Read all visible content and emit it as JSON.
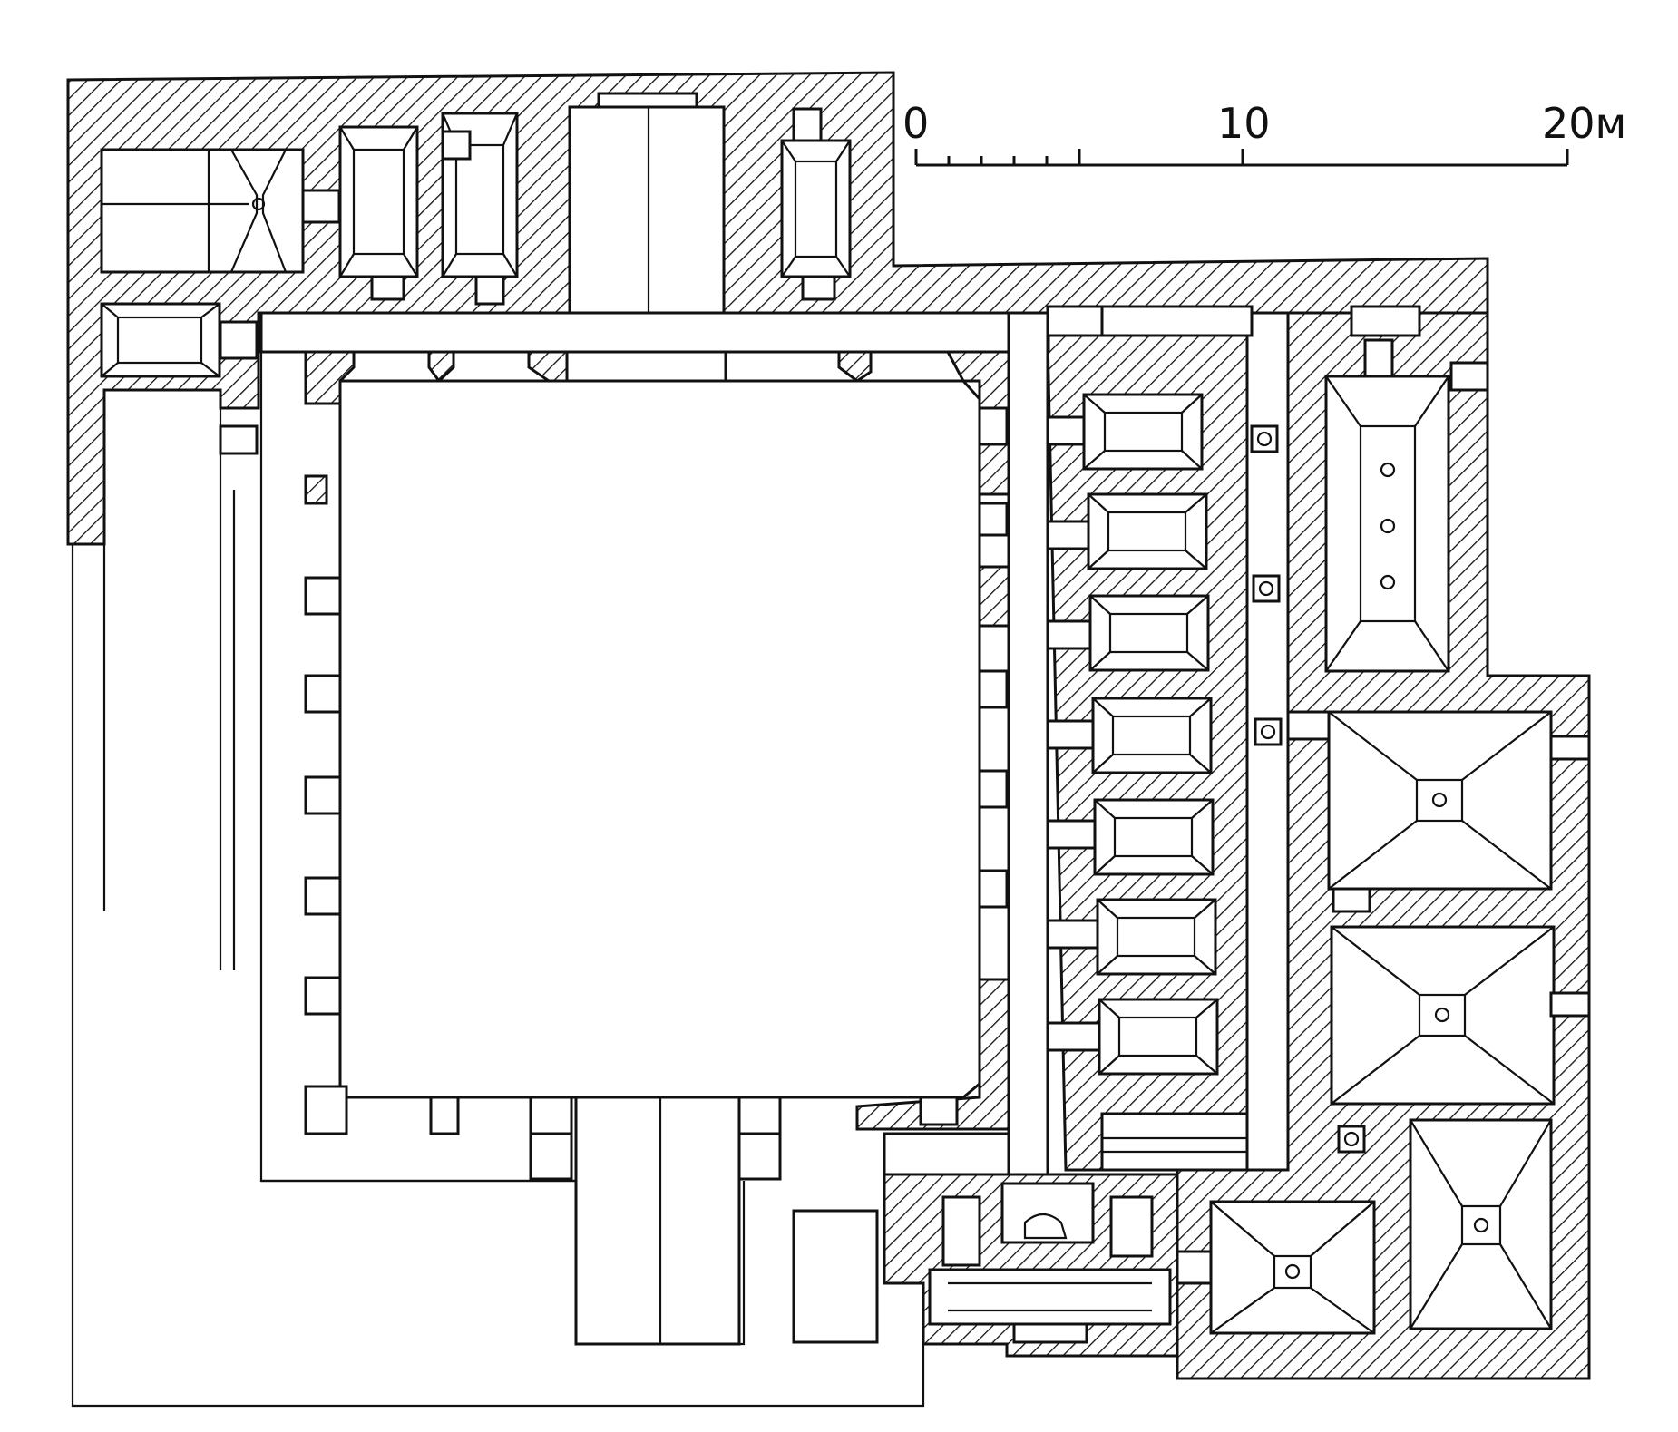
{
  "scale_bar": {
    "label_start": "0",
    "label_mid": "10",
    "label_end": "20м"
  },
  "colors": {
    "ink": "#111111",
    "paper": "#ffffff"
  }
}
